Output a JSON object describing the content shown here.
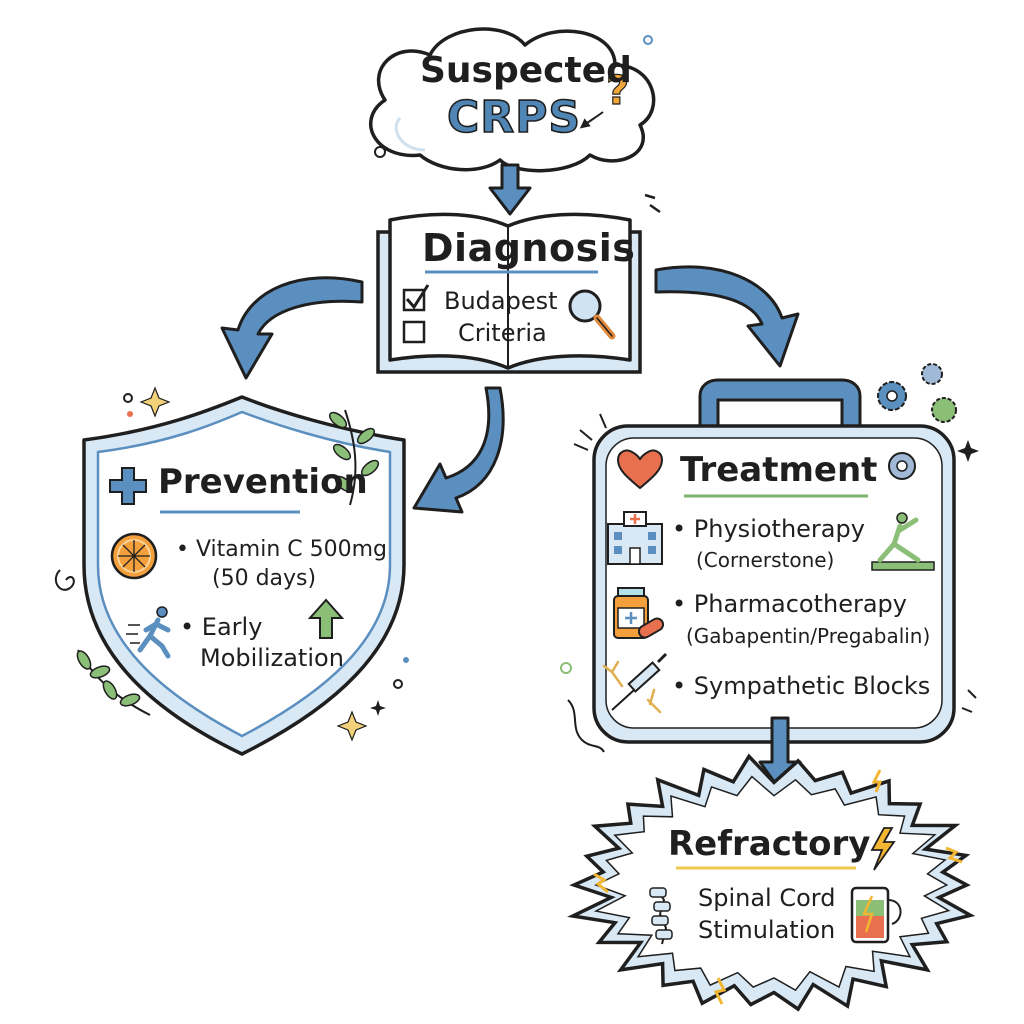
{
  "start": {
    "line1": "Suspected",
    "line2": "CRPS"
  },
  "diagnosis": {
    "title": "Diagnosis",
    "criteria_line1": "Budapest",
    "criteria_line2": "Criteria"
  },
  "prevention": {
    "title": "Prevention",
    "items": [
      {
        "label": "Vitamin C 500mg",
        "detail": "(50 days)",
        "icon": "orange-slice-icon"
      },
      {
        "label": "Early",
        "detail": "Mobilization",
        "icon": "running-person-icon"
      }
    ]
  },
  "treatment": {
    "title": "Treatment",
    "items": [
      {
        "label": "Physiotherapy",
        "detail": "(Cornerstone)",
        "icon": "hospital-icon"
      },
      {
        "label": "Pharmacotherapy",
        "detail": "(Gabapentin/Pregabalin)",
        "icon": "pill-bottle-icon"
      },
      {
        "label": "Sympathetic Blocks",
        "detail": "",
        "icon": "syringe-icon"
      }
    ]
  },
  "refractory": {
    "title": "Refractory",
    "line1": "Spinal Cord",
    "line2": "Stimulation"
  },
  "colors": {
    "accent_blue": "#5b8fbf",
    "light_blue": "#d8e8f5",
    "underline_green": "#7cb66a",
    "underline_yellow": "#f0c94a",
    "heart_red": "#e8704f",
    "bolt_yellow": "#f2b632",
    "ink": "#1f1f1f"
  }
}
